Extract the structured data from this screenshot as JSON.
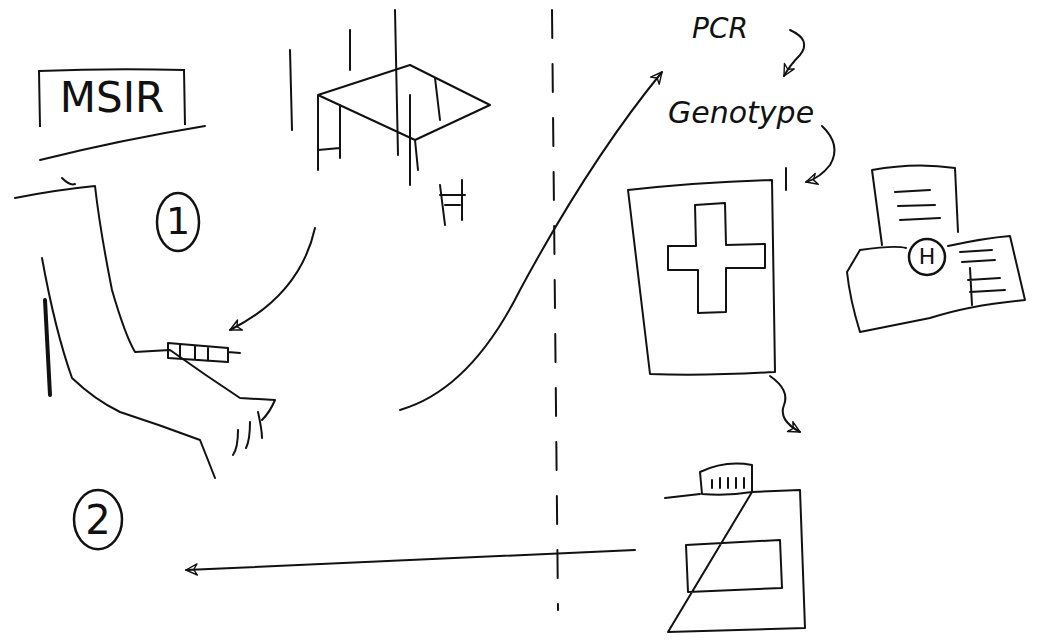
{
  "diagram": {
    "nodes": [
      {
        "text": [
          "MSIR"
        ]
      },
      {
        "text": [
          "1"
        ]
      },
      {
        "text": [
          "H"
        ]
      },
      {
        "text": [
          "2"
        ]
      }
    ],
    "labels": [
      "PCR",
      "Genotype"
    ]
  }
}
